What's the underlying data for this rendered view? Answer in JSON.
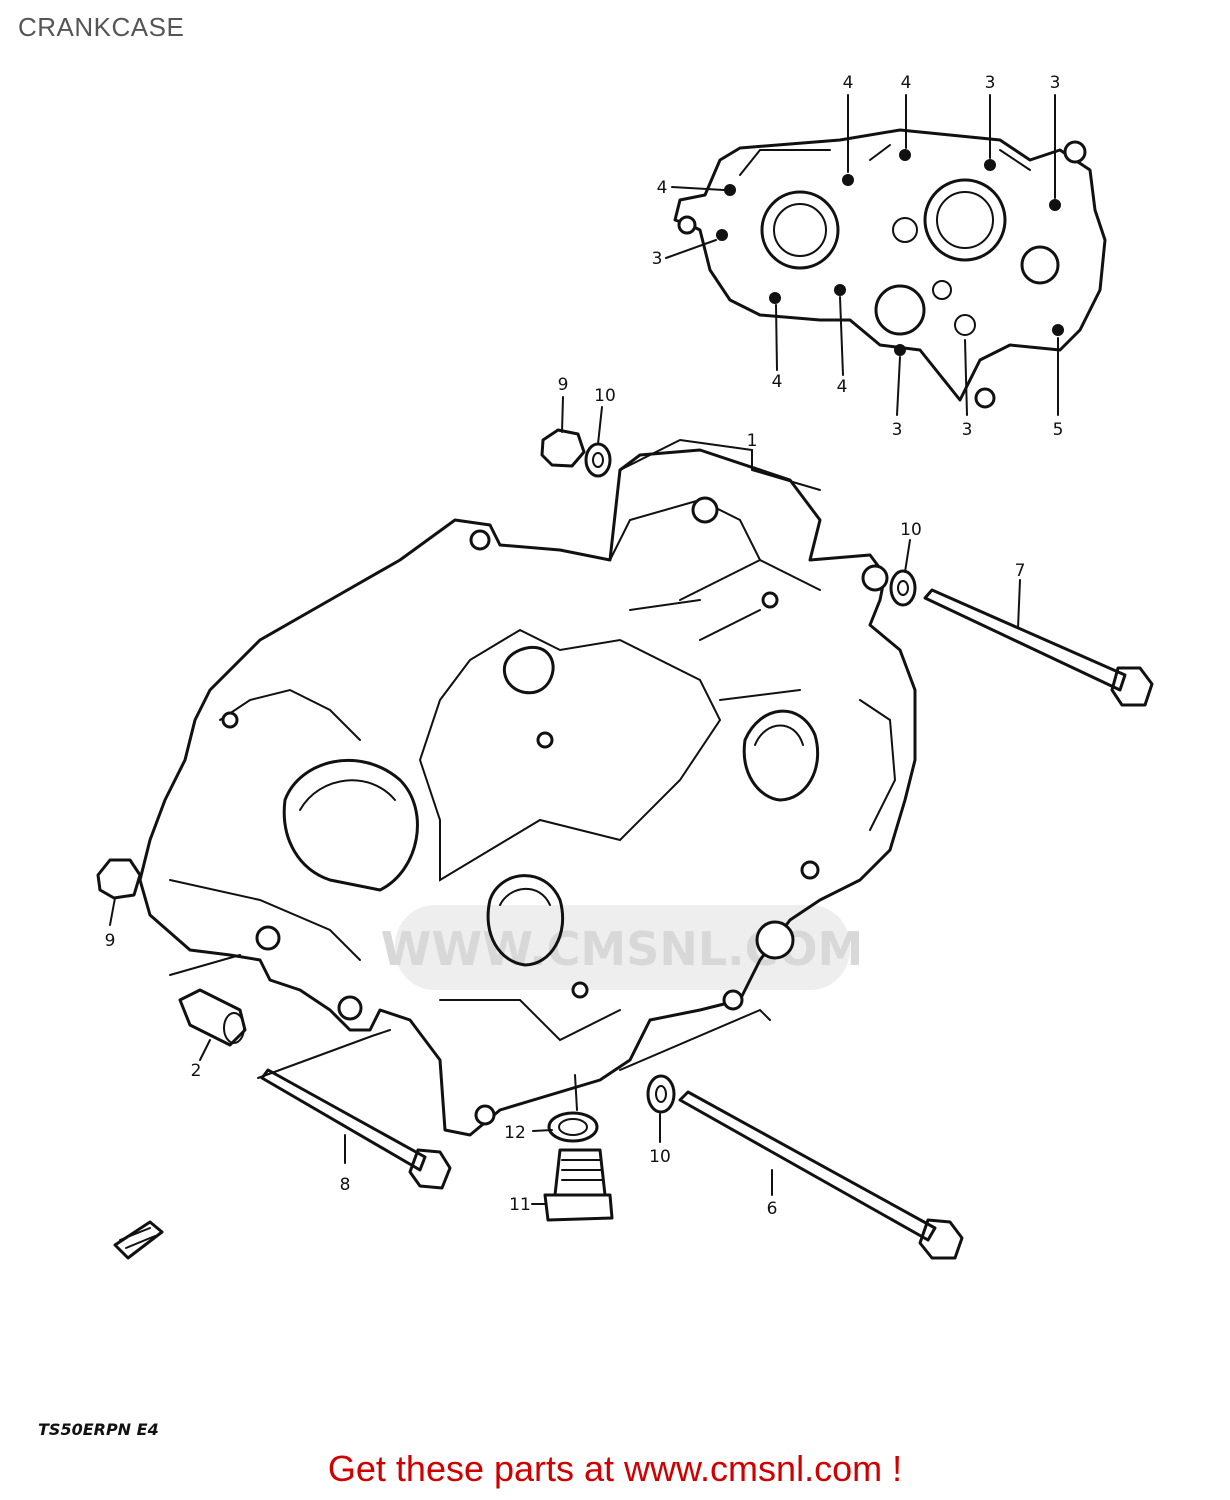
{
  "page": {
    "title": "CRANKCASE",
    "model_code": "TS50ERPN E4",
    "cta": "Get these parts at www.cmsnl.com !"
  },
  "watermark": {
    "text": "WWW.CMSNL.COM"
  },
  "callouts": {
    "top_4a": "4",
    "top_4b": "4",
    "top_3a": "3",
    "top_3b": "3",
    "left_4": "4",
    "left_3": "3",
    "bot_4a": "4",
    "bot_4b": "4",
    "bot_3a": "3",
    "bot_3b": "3",
    "bot_5": "5",
    "p9_top": "9",
    "p10_top": "10",
    "p1": "1",
    "p10_right": "10",
    "p7": "7",
    "p9_left": "9",
    "p2": "2",
    "p8": "8",
    "p12": "12",
    "p11": "11",
    "p10_bottom": "10",
    "p6": "6"
  }
}
